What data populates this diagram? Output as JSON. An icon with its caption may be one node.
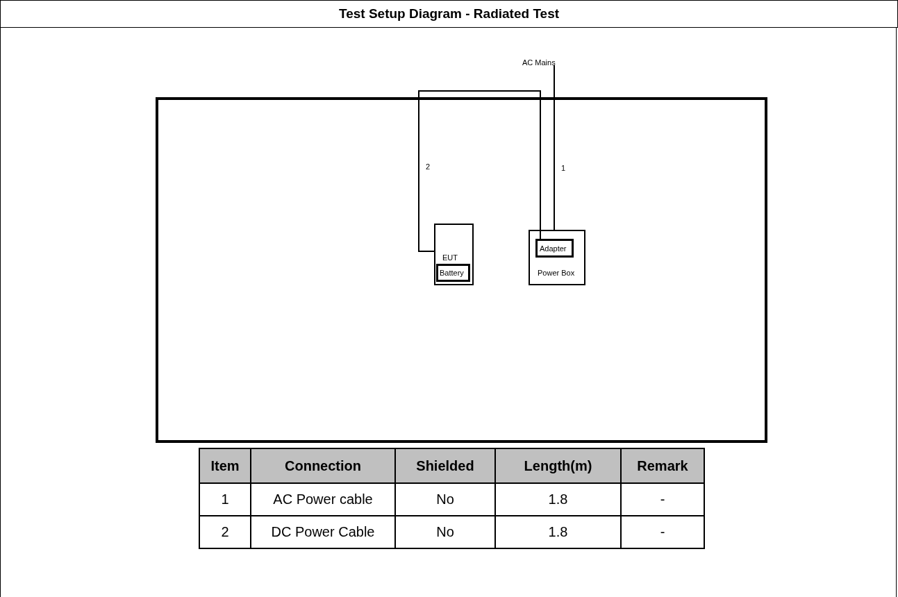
{
  "diagram": {
    "title": "Test Setup Diagram - Radiated Test",
    "nodes": [
      {
        "text": [
          "AC Mains"
        ]
      },
      {
        "text": [],
        "shape": "box"
      },
      {
        "text": [
          "EUT"
        ],
        "in": 1
      },
      {
        "text": [
          "Battery"
        ],
        "in": 2
      },
      {
        "text": [
          "Power Box"
        ],
        "in": 1
      },
      {
        "text": [
          "Adapter"
        ],
        "in": 4
      }
    ],
    "edges": [
      {
        "from": 0,
        "to": 4,
        "arrow": "none",
        "label": "1"
      },
      {
        "from": 2,
        "to": 5,
        "arrow": "none",
        "label": "2"
      }
    ],
    "labels": [
      "Item",
      "Connection",
      "Shielded",
      "Length(m)",
      "Remark",
      "1",
      "AC Power cable",
      "No",
      "1.8",
      "-",
      "2",
      "DC Power Cable",
      "No",
      "1.8",
      "-"
    ]
  }
}
